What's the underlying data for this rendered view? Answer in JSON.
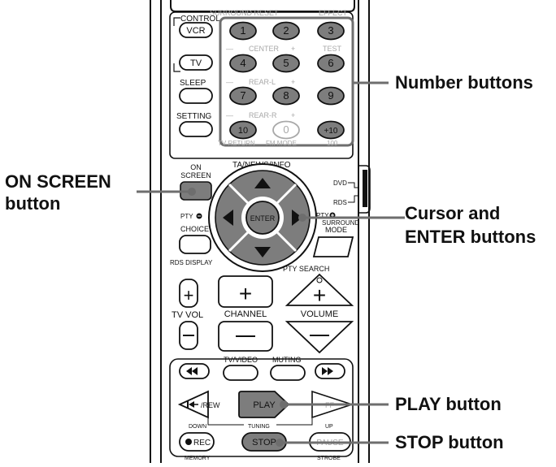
{
  "callouts": {
    "number_buttons": "Number buttons",
    "on_screen_line1": "ON SCREEN",
    "on_screen_line2": "button",
    "cursor_line1": "Cursor and",
    "cursor_line2": "ENTER buttons",
    "play_button": "PLAY button",
    "stop_button": "STOP button"
  },
  "remote": {
    "top_faded_left": "SURROUND RESET",
    "top_faded_right": "EFFECT",
    "control_label": "CONTROL",
    "vcr": "VCR",
    "tv": "TV",
    "sleep": "SLEEP",
    "setting": "SETTING",
    "numbers": [
      "1",
      "2",
      "3",
      "4",
      "5",
      "6",
      "7",
      "8",
      "9",
      "10",
      "0",
      "+10"
    ],
    "center_label": "CENTER",
    "test_label": "TEST",
    "rear_l_label": "REAR-L",
    "rear_r_label": "REAR-R",
    "minus": "—",
    "plus": "+",
    "tv_return": "TV RETURN",
    "fm_mode": "FM MODE",
    "num_100": "100",
    "ta_news_info": "TA/NEWS/INFO",
    "on_screen_1": "ON",
    "on_screen_2": "SCREEN",
    "pty_minus": "PTY",
    "pty_plus": "PTY",
    "enter": "ENTER",
    "choice": "CHOICE",
    "surround_1": "SURROUND",
    "surround_2": "MODE",
    "rds_display": "RDS DISPLAY",
    "pty_search": "PTY SEARCH",
    "dvd": "DVD",
    "rds": "RDS",
    "tv_vol": "TV VOL",
    "channel": "CHANNEL",
    "volume": "VOLUME",
    "tv_video": "TV/VIDEO",
    "muting": "MUTING",
    "rew": "/REW",
    "play": "PLAY",
    "ff": "FF",
    "down": "DOWN",
    "tuning": "TUNING",
    "up": "UP",
    "rec": "REC",
    "stop": "STOP",
    "pause": "PAUSE",
    "memory": "MEMORY",
    "strobe": "STROBE"
  },
  "colors": {
    "button_gray": "#7d7d7d",
    "outline": "#111111",
    "faded": "#a8a8a8"
  }
}
